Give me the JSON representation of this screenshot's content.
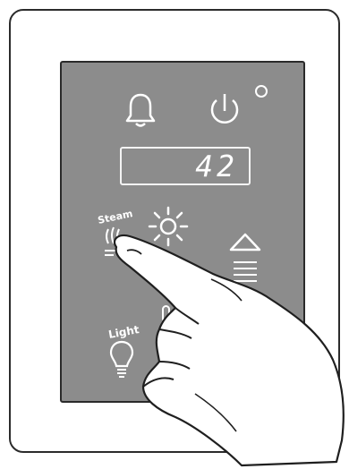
{
  "display": {
    "value": "42"
  },
  "buttons": {
    "alarm": {
      "icon": "bell-icon"
    },
    "power": {
      "icon": "power-icon",
      "indicator": "power-indicator-light"
    },
    "steam": {
      "label": "Steam",
      "icon": "steam-icon"
    },
    "brightness": {
      "icon": "sun-icon"
    },
    "up": {
      "icon": "up-triangle-icon"
    },
    "level": {
      "icon": "level-bars-icon"
    },
    "temperature": {
      "icon": "thermometer-icon"
    },
    "light": {
      "label": "Light",
      "icon": "lightbulb-icon"
    }
  },
  "colors": {
    "panel": "#8c8c8c",
    "icons": "#ffffff",
    "bezel": "#ffffff"
  }
}
